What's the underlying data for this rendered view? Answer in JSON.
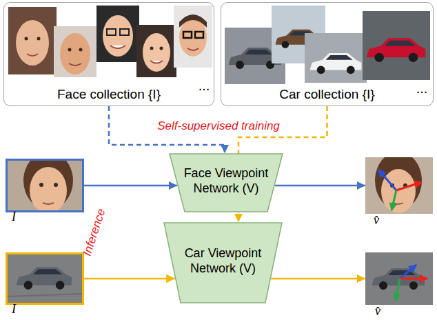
{
  "diagram": {
    "nodes": [
      {
        "text": [
          "Face collection {I}"
        ]
      },
      {
        "text": [
          "Car collection {I}"
        ]
      },
      {
        "text": [
          "I"
        ]
      },
      {
        "text": [
          "Face Viewpoint Network (V)"
        ]
      },
      {
        "text": [
          "v̂"
        ]
      },
      {
        "text": [
          "I"
        ]
      },
      {
        "text": [
          "Car Viewpoint Network (V)"
        ]
      },
      {
        "text": [
          "v̂"
        ]
      }
    ],
    "edges": [
      {
        "from": 0,
        "to": 3,
        "arrow": "to"
      },
      {
        "from": 1,
        "to": 6,
        "arrow": "to"
      },
      {
        "from": 2,
        "to": 3,
        "arrow": "to"
      },
      {
        "from": 3,
        "to": 4,
        "arrow": "to"
      },
      {
        "from": 5,
        "to": 6,
        "arrow": "to"
      },
      {
        "from": 6,
        "to": 7,
        "arrow": "to"
      }
    ],
    "labels": [
      "Self-supervised training",
      "Inference",
      "...",
      "..."
    ]
  }
}
